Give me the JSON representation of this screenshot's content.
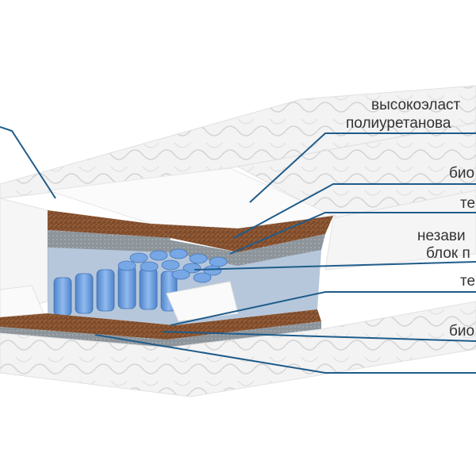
{
  "labels": {
    "l1a": "высокоэласт",
    "l1b": "полиуретанова",
    "l2": "био",
    "l3": "те",
    "l4a": "незави",
    "l4b": "блок п",
    "l5": "те",
    "l6": "био"
  },
  "colors": {
    "leader": "#1f5c8a",
    "quilt": "#f2f2f2",
    "coir": "#7a4a2c",
    "felt": "#8f979c",
    "spring": "#6fa2dc",
    "foam": "#fafafa"
  }
}
